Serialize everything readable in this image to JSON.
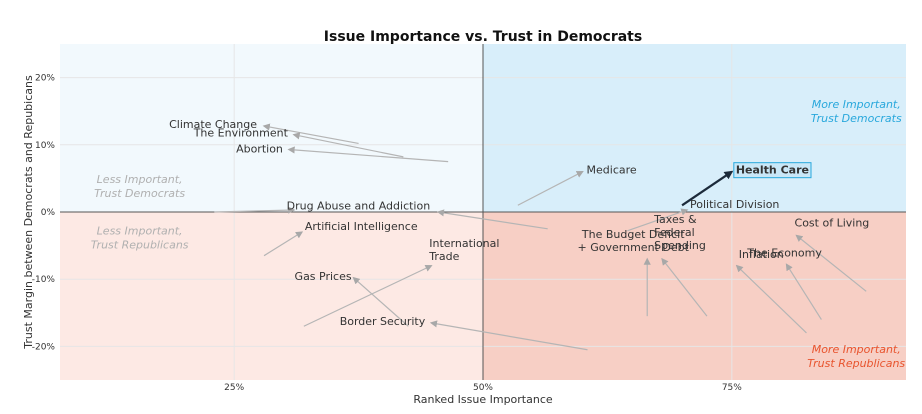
{
  "chart_data": {
    "type": "scatter",
    "title": "Issue Importance vs. Trust in Democrats",
    "xlabel": "Ranked Issue Importance",
    "ylabel": "Trust Margin between Democrats and Repubicans",
    "xlim": [
      7.5,
      92.5
    ],
    "ylim": [
      -25,
      25
    ],
    "x_ticks": [
      25,
      50,
      75
    ],
    "x_tick_labels": [
      "25%",
      "50%",
      "75%"
    ],
    "y_ticks": [
      20,
      10,
      0,
      -10,
      -20
    ],
    "y_tick_labels": [
      "20%",
      "10%",
      "0%",
      "-10%",
      "-20%"
    ],
    "grid": true,
    "quadrants": [
      {
        "name": "Less Important,\nTrust Democrats",
        "color": "#b0b0b0",
        "bg": "#f2f9fd"
      },
      {
        "name": "More Important,\nTrust Democrats",
        "color": "#29a8dc",
        "bg": "#d8eefa"
      },
      {
        "name": "Less Important,\nTrust Republicans",
        "color": "#b0b0b0",
        "bg": "#fde9e4"
      },
      {
        "name": "More Important,\nTrust Republicans",
        "color": "#e8542e",
        "bg": "#f7cfc5"
      }
    ],
    "highlight": "Health Care",
    "points": [
      {
        "label": "Climate Change",
        "x0": 37.5,
        "y0": 10.2,
        "x": 28.0,
        "y": 12.8
      },
      {
        "label": "The Environment",
        "x0": 42.0,
        "y0": 8.2,
        "x": 31.0,
        "y": 11.5
      },
      {
        "label": "Abortion",
        "x0": 46.5,
        "y0": 7.5,
        "x": 30.5,
        "y": 9.3
      },
      {
        "label": "Medicare",
        "x0": 53.5,
        "y0": 1.0,
        "x": 60.0,
        "y": 6.0
      },
      {
        "label": "Health Care",
        "x0": 70.0,
        "y0": 1.0,
        "x": 75.0,
        "y": 6.0
      },
      {
        "label": "Political Division",
        "x0": 64.5,
        "y0": -2.8,
        "x": 70.5,
        "y": 0.3
      },
      {
        "label": "Drug Abuse and Addiction",
        "x0": 23.0,
        "y0": 0.0,
        "x": 31.0,
        "y": 0.3
      },
      {
        "label": "Drug Abuse and Addiction",
        "x0": 56.5,
        "y0": -2.5,
        "x": 45.5,
        "y": 0.0
      },
      {
        "label": "Artificial Intelligence",
        "x0": 28.0,
        "y0": -6.5,
        "x": 31.8,
        "y": -3.0
      },
      {
        "label": "International\nTrade",
        "x0": 32.0,
        "y0": -17.0,
        "x": 44.8,
        "y": -8.0
      },
      {
        "label": "Gas Prices",
        "x0": 42.5,
        "y0": -17.0,
        "x": 37.0,
        "y": -9.8
      },
      {
        "label": "Border Security",
        "x0": 60.5,
        "y0": -20.5,
        "x": 44.8,
        "y": -16.5
      },
      {
        "label": "The Budget Deficit\n+ Government Debt",
        "x0": 66.5,
        "y0": -15.5,
        "x": 66.5,
        "y": -7.0
      },
      {
        "label": "Taxes &\nFederal\nSpending",
        "x0": 72.5,
        "y0": -15.5,
        "x": 68.0,
        "y": -7.0
      },
      {
        "label": "Inflation",
        "x0": 82.5,
        "y0": -18.0,
        "x": 75.5,
        "y": -8.0
      },
      {
        "label": "The Economy",
        "x0": 84.0,
        "y0": -16.0,
        "x": 80.5,
        "y": -7.8
      },
      {
        "label": "Cost of Living",
        "x0": 88.5,
        "y0": -11.8,
        "x": 81.5,
        "y": -3.5
      }
    ]
  }
}
